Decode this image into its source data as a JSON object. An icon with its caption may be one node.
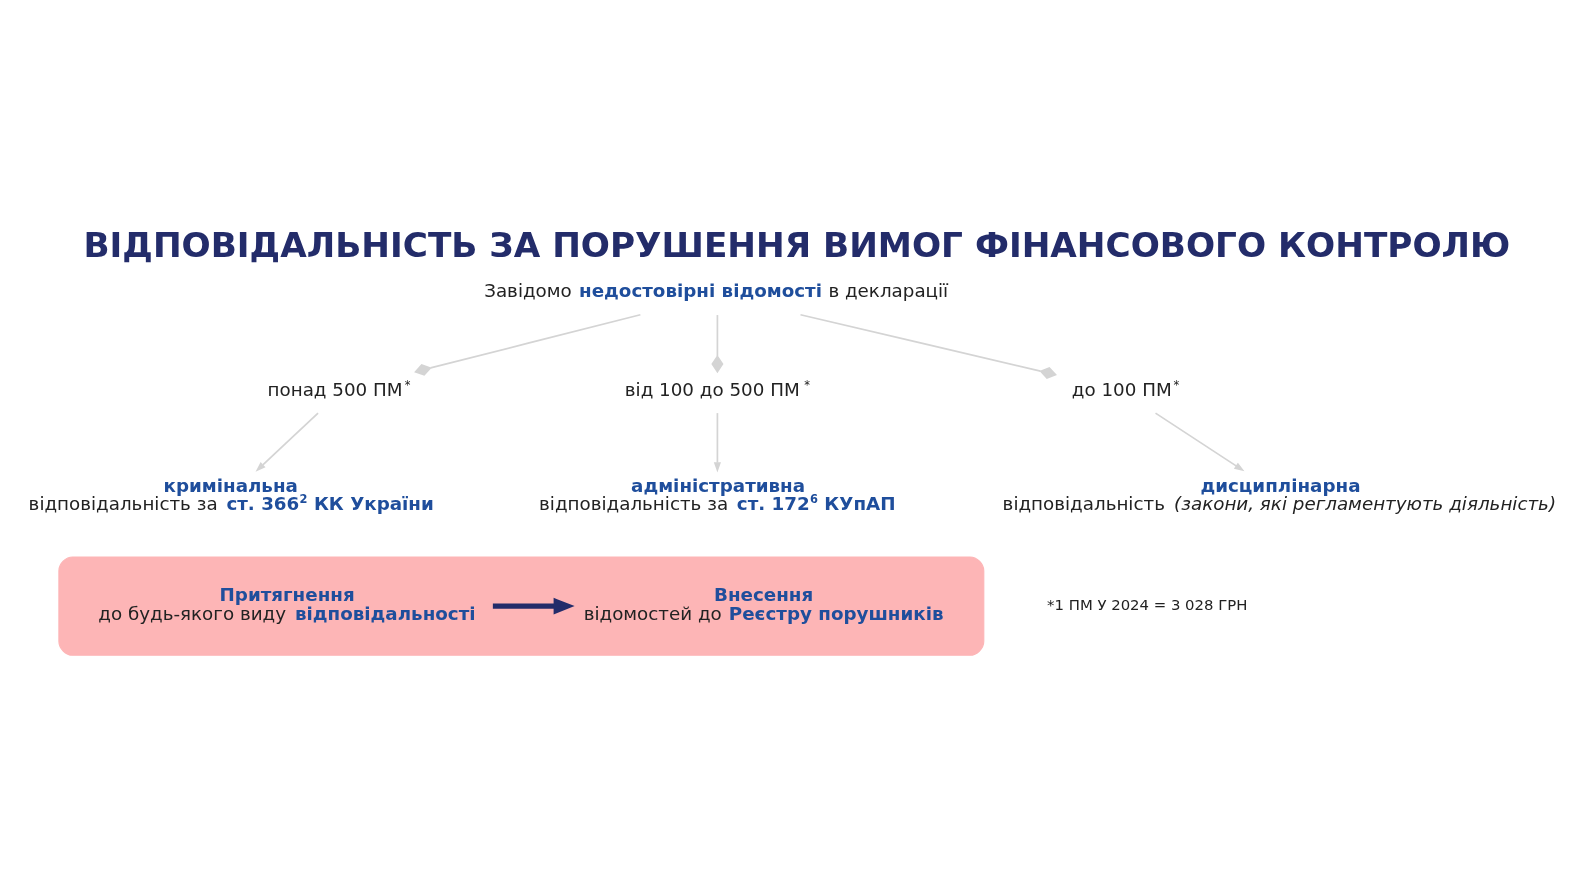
{
  "diagram": {
    "title": "ВІДПОВІДАЛЬНІСТЬ ЗА ПОРУШЕННЯ ВИМОГ ФІНАНСОВОГО КОНТРОЛЮ",
    "nodes": [
      {
        "text": [
          "Завідомо **недостовірні відомості** в декларації"
        ]
      },
      {
        "text": [
          "понад 500 ПМ$^{*}$"
        ]
      },
      {
        "text": [
          "від 100 до 500 ПМ$^{*}$"
        ]
      },
      {
        "text": [
          "до 100 ПМ$^{*}$"
        ]
      },
      {
        "text": [
          "**кримінальна** відповідальність за **ст. 366$^{2}$ КК України**"
        ]
      },
      {
        "text": [
          "**адміністративна** відповідальність за **ст. 172$^{6}$ КУпАП**"
        ]
      },
      {
        "text": [
          "**дисциплінарна** відповідальність *(закони, які регламентують діяльність)*"
        ]
      },
      {
        "text": [],
        "shape": "box"
      },
      {
        "text": [
          "**Притягнення** до будь-якого виду **відповідальності**"
        ],
        "in": 7
      },
      {
        "text": [
          "**Внесення** відомостей до **Реєстру порушників**"
        ],
        "in": 7
      }
    ],
    "edges": [
      {
        "from": 0,
        "to": 1,
        "arrow": "other",
        "color": "#d4d4d4"
      },
      {
        "from": 0,
        "to": 2,
        "arrow": "other",
        "color": "#d4d4d4"
      },
      {
        "from": 0,
        "to": 3,
        "arrow": "other",
        "color": "#d4d4d4"
      },
      {
        "from": 1,
        "to": 4,
        "arrow": "to",
        "color": "#d4d4d4"
      },
      {
        "from": 2,
        "to": 5,
        "arrow": "to",
        "color": "#d4d4d4"
      },
      {
        "from": 3,
        "to": 6,
        "arrow": "to",
        "color": "#d4d4d4"
      },
      {
        "from": 8,
        "to": 9,
        "arrow": "to",
        "style": "thick",
        "color": "#232c6a"
      }
    ],
    "labels": [
      "*1 ПМ У 2024 = 3 028 ГРН"
    ]
  }
}
